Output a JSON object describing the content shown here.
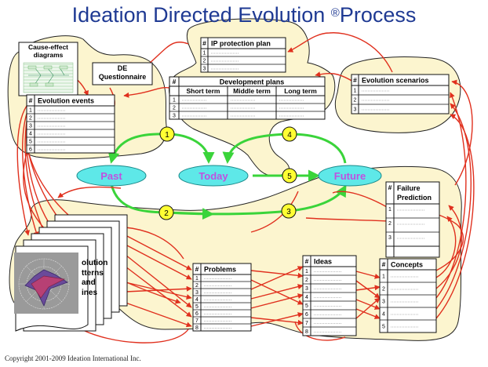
{
  "title": {
    "text": "Ideation Directed Evolution ",
    "mark": "®",
    "suffix": "Process"
  },
  "copyright": "Copyright 2001-2009 Ideation International Inc.",
  "colors": {
    "title": "#1f3a93",
    "blob": "#fcf5cf",
    "arrow_red": "#e0301e",
    "arrow_green": "#3ad43a",
    "node_cyan": "#5ee8e8",
    "node_text": "#c050e0",
    "step_yellow": "#ffff33"
  },
  "boxes": {
    "cause_effect": "Cause-effect diagrams",
    "de_questionnaire": "DE Questionnaire",
    "evolution_events": {
      "hash": "#",
      "title": "Evolution events",
      "rows": [
        "1",
        "2",
        "3",
        "4",
        "5",
        "6"
      ]
    },
    "ip_protection": {
      "hash": "#",
      "title": "IP protection plan",
      "rows": [
        "1",
        "2",
        "3"
      ]
    },
    "development_plans": {
      "hash": "#",
      "title": "Development plans",
      "cols": [
        "Short term",
        "Middle term",
        "Long term"
      ],
      "rows": [
        "1",
        "2",
        "3"
      ]
    },
    "evolution_scenarios": {
      "hash": "#",
      "title": "Evolution scenarios",
      "rows": [
        "1",
        "2",
        "3"
      ]
    },
    "failure_prediction": {
      "hash": "#",
      "title": "Failure Prediction",
      "rows": [
        "1",
        "2",
        "3"
      ]
    },
    "problems": {
      "hash": "#",
      "title": "Problems",
      "rows": [
        "1",
        "2",
        "3",
        "4",
        "5",
        "6",
        "7",
        "8"
      ]
    },
    "ideas": {
      "hash": "#",
      "title": "Ideas",
      "rows": [
        "1",
        "2",
        "3",
        "4",
        "5",
        "6",
        "7",
        "8"
      ]
    },
    "concepts": {
      "hash": "#",
      "title": "Concepts",
      "rows": [
        "1",
        "2",
        "3",
        "4",
        "5"
      ]
    },
    "evolution_patterns": {
      "line1": "olution",
      "line2": "tterns",
      "line3": "and",
      "line4": "ines"
    }
  },
  "nodes": {
    "past": "Past",
    "today": "Today",
    "future": "Future"
  },
  "steps": [
    "1",
    "2",
    "3",
    "4",
    "5"
  ]
}
